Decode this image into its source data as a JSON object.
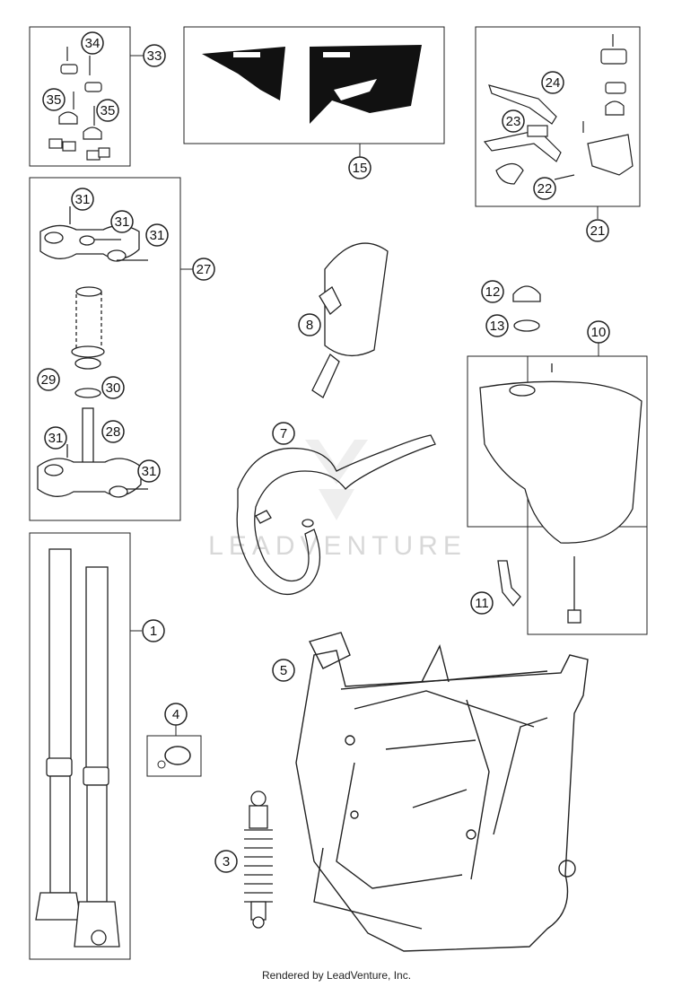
{
  "callouts": {
    "c1": "1",
    "c3": "3",
    "c4": "4",
    "c5": "5",
    "c7": "7",
    "c8": "8",
    "c10": "10",
    "c11": "11",
    "c12": "12",
    "c13": "13",
    "c15": "15",
    "c21": "21",
    "c22": "22",
    "c23": "23",
    "c24": "24",
    "c27": "27",
    "c28": "28",
    "c29": "29",
    "c30": "30",
    "c31a": "31",
    "c31b": "31",
    "c31c": "31",
    "c31d": "31",
    "c31e": "31",
    "c33": "33",
    "c34": "34",
    "c35a": "35",
    "c35b": "35"
  },
  "watermark": "LEADVENTURE",
  "footer": "Rendered by LeadVenture, Inc."
}
